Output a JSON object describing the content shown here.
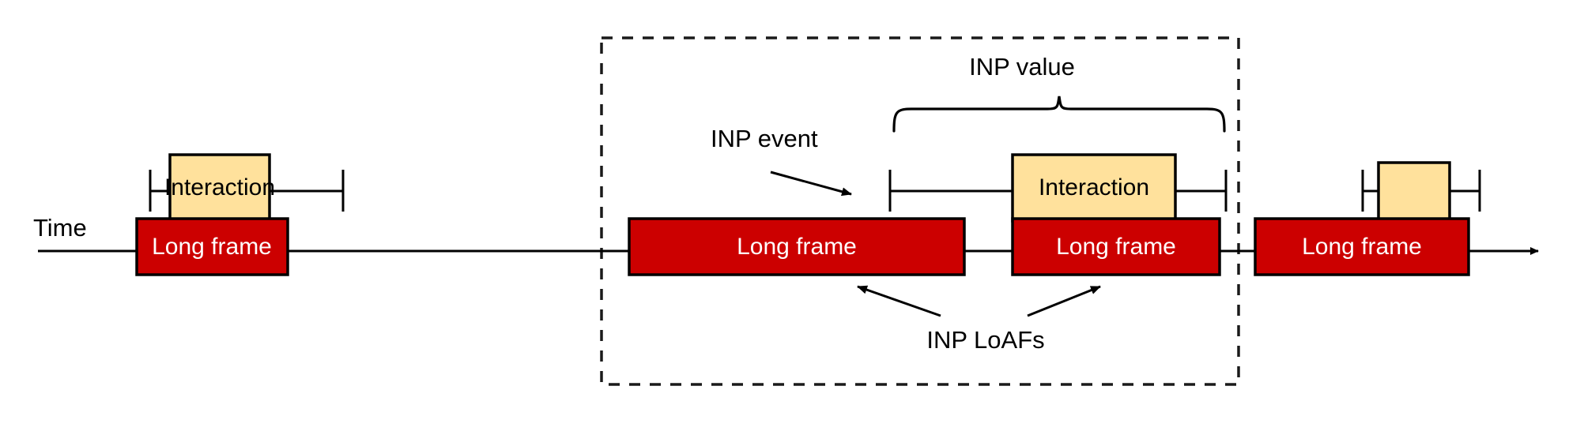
{
  "diagram": {
    "title_axis_label": "Time",
    "colors": {
      "long_frame_fill": "#CC0000",
      "long_frame_stroke": "#000000",
      "interaction_fill": "#FFE19C",
      "interaction_stroke": "#000000",
      "line": "#000000",
      "label_on_red": "#FFFFFF",
      "label_on_yellow": "#000000",
      "background": "#FFFFFF"
    },
    "long_frames": [
      {
        "id": "frame-1",
        "label": "Long frame"
      },
      {
        "id": "frame-2",
        "label": "Long frame"
      },
      {
        "id": "frame-3",
        "label": "Long frame"
      },
      {
        "id": "frame-4",
        "label": "Long frame"
      }
    ],
    "interactions": [
      {
        "id": "interaction-1",
        "label": "Interaction"
      },
      {
        "id": "interaction-2",
        "label": "Interaction"
      },
      {
        "id": "interaction-3",
        "label": ""
      }
    ],
    "annotations": {
      "inp_value": "INP value",
      "inp_event": "INP event",
      "inp_loafs": "INP LoAFs"
    },
    "grouping_box": {
      "style": "dashed",
      "label": ""
    }
  }
}
